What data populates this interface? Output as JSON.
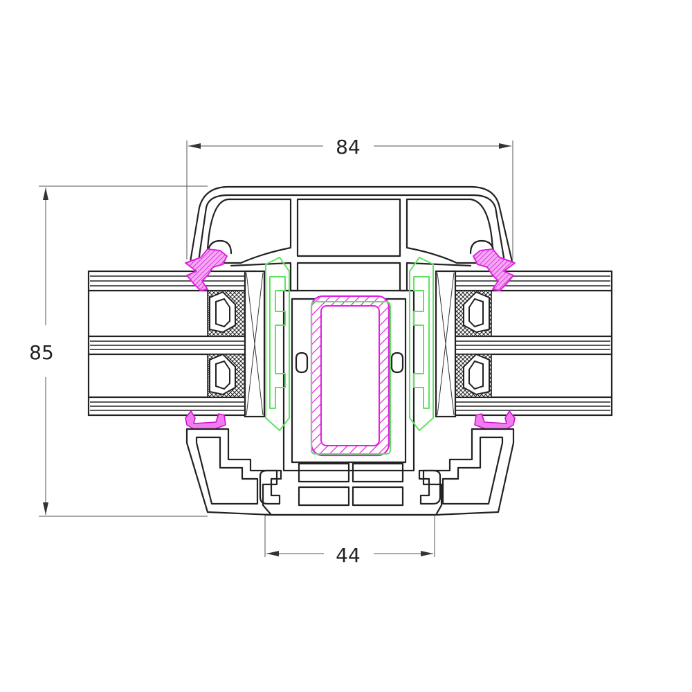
{
  "dimensions": {
    "top_width": "84",
    "bottom_width": "44",
    "height": "85"
  },
  "colors": {
    "outline": "#222222",
    "gasket": "#e020e0",
    "reinforcement_hatch": "#e020e0",
    "glazing_bead_outline": "#5fe35f",
    "background": "#ffffff"
  }
}
